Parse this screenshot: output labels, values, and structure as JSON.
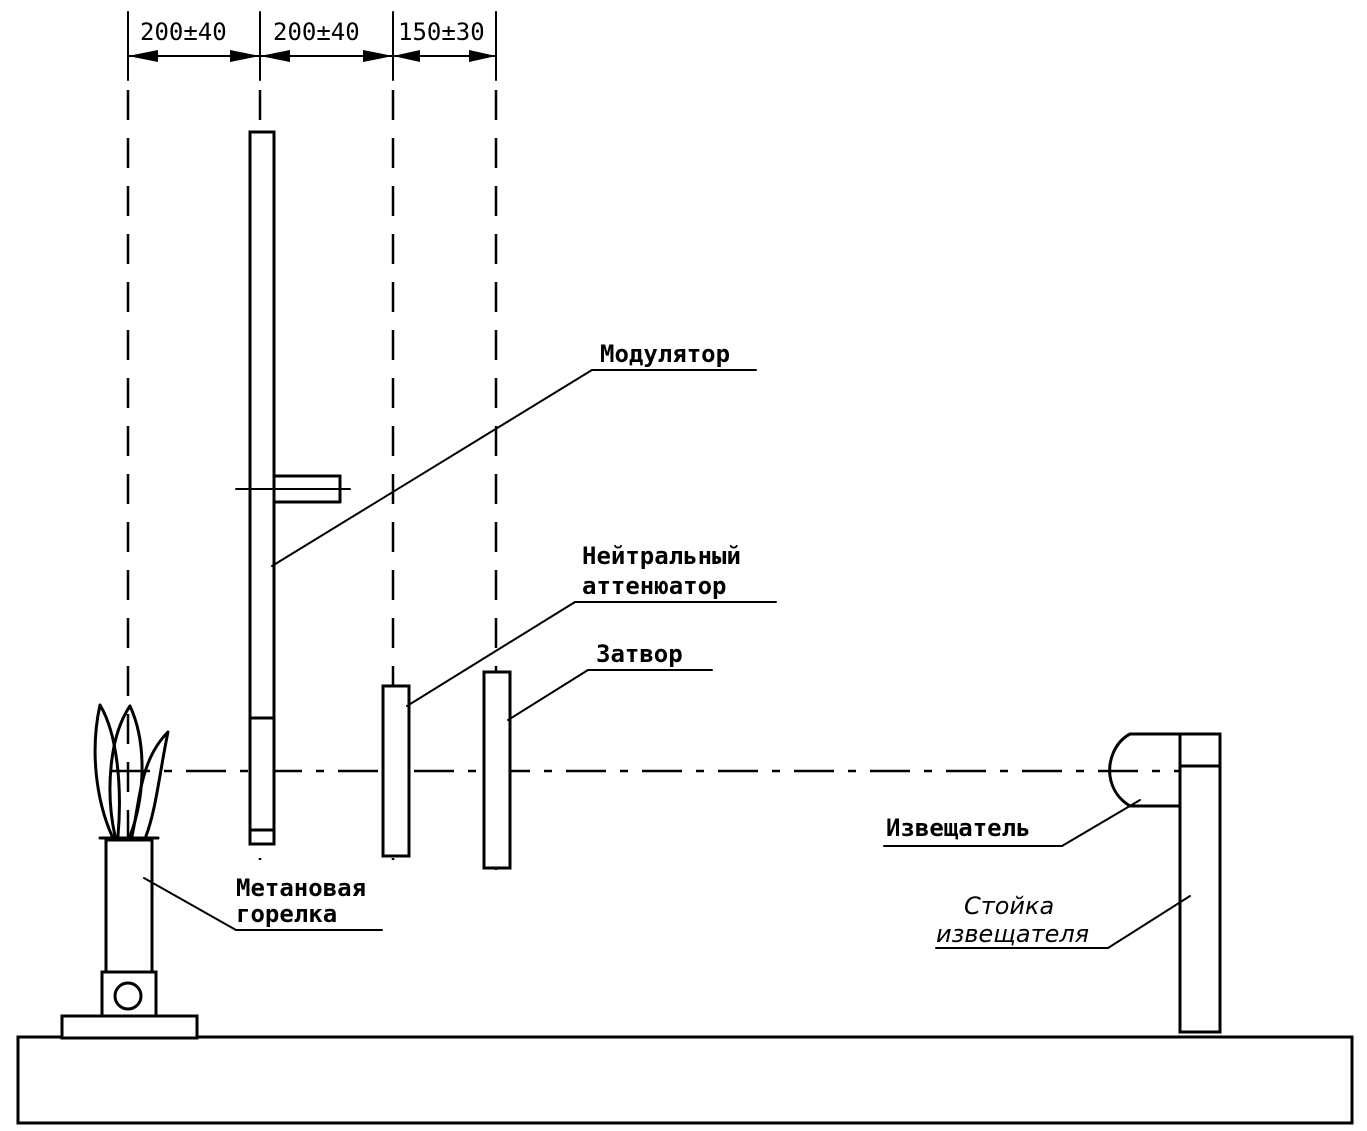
{
  "diagram": {
    "dimensions": [
      "200±40",
      "200±40",
      "150±30"
    ],
    "labels": {
      "modulator": "Модулятор",
      "attenuator_line1": "Нейтральный",
      "attenuator_line2": "аттенюатор",
      "shutter": "Затвор",
      "burner_line1": "Метановая",
      "burner_line2": "горелка",
      "detector": "Извещатель",
      "stand_line1": "Стойка",
      "stand_line2": "извещателя"
    }
  }
}
